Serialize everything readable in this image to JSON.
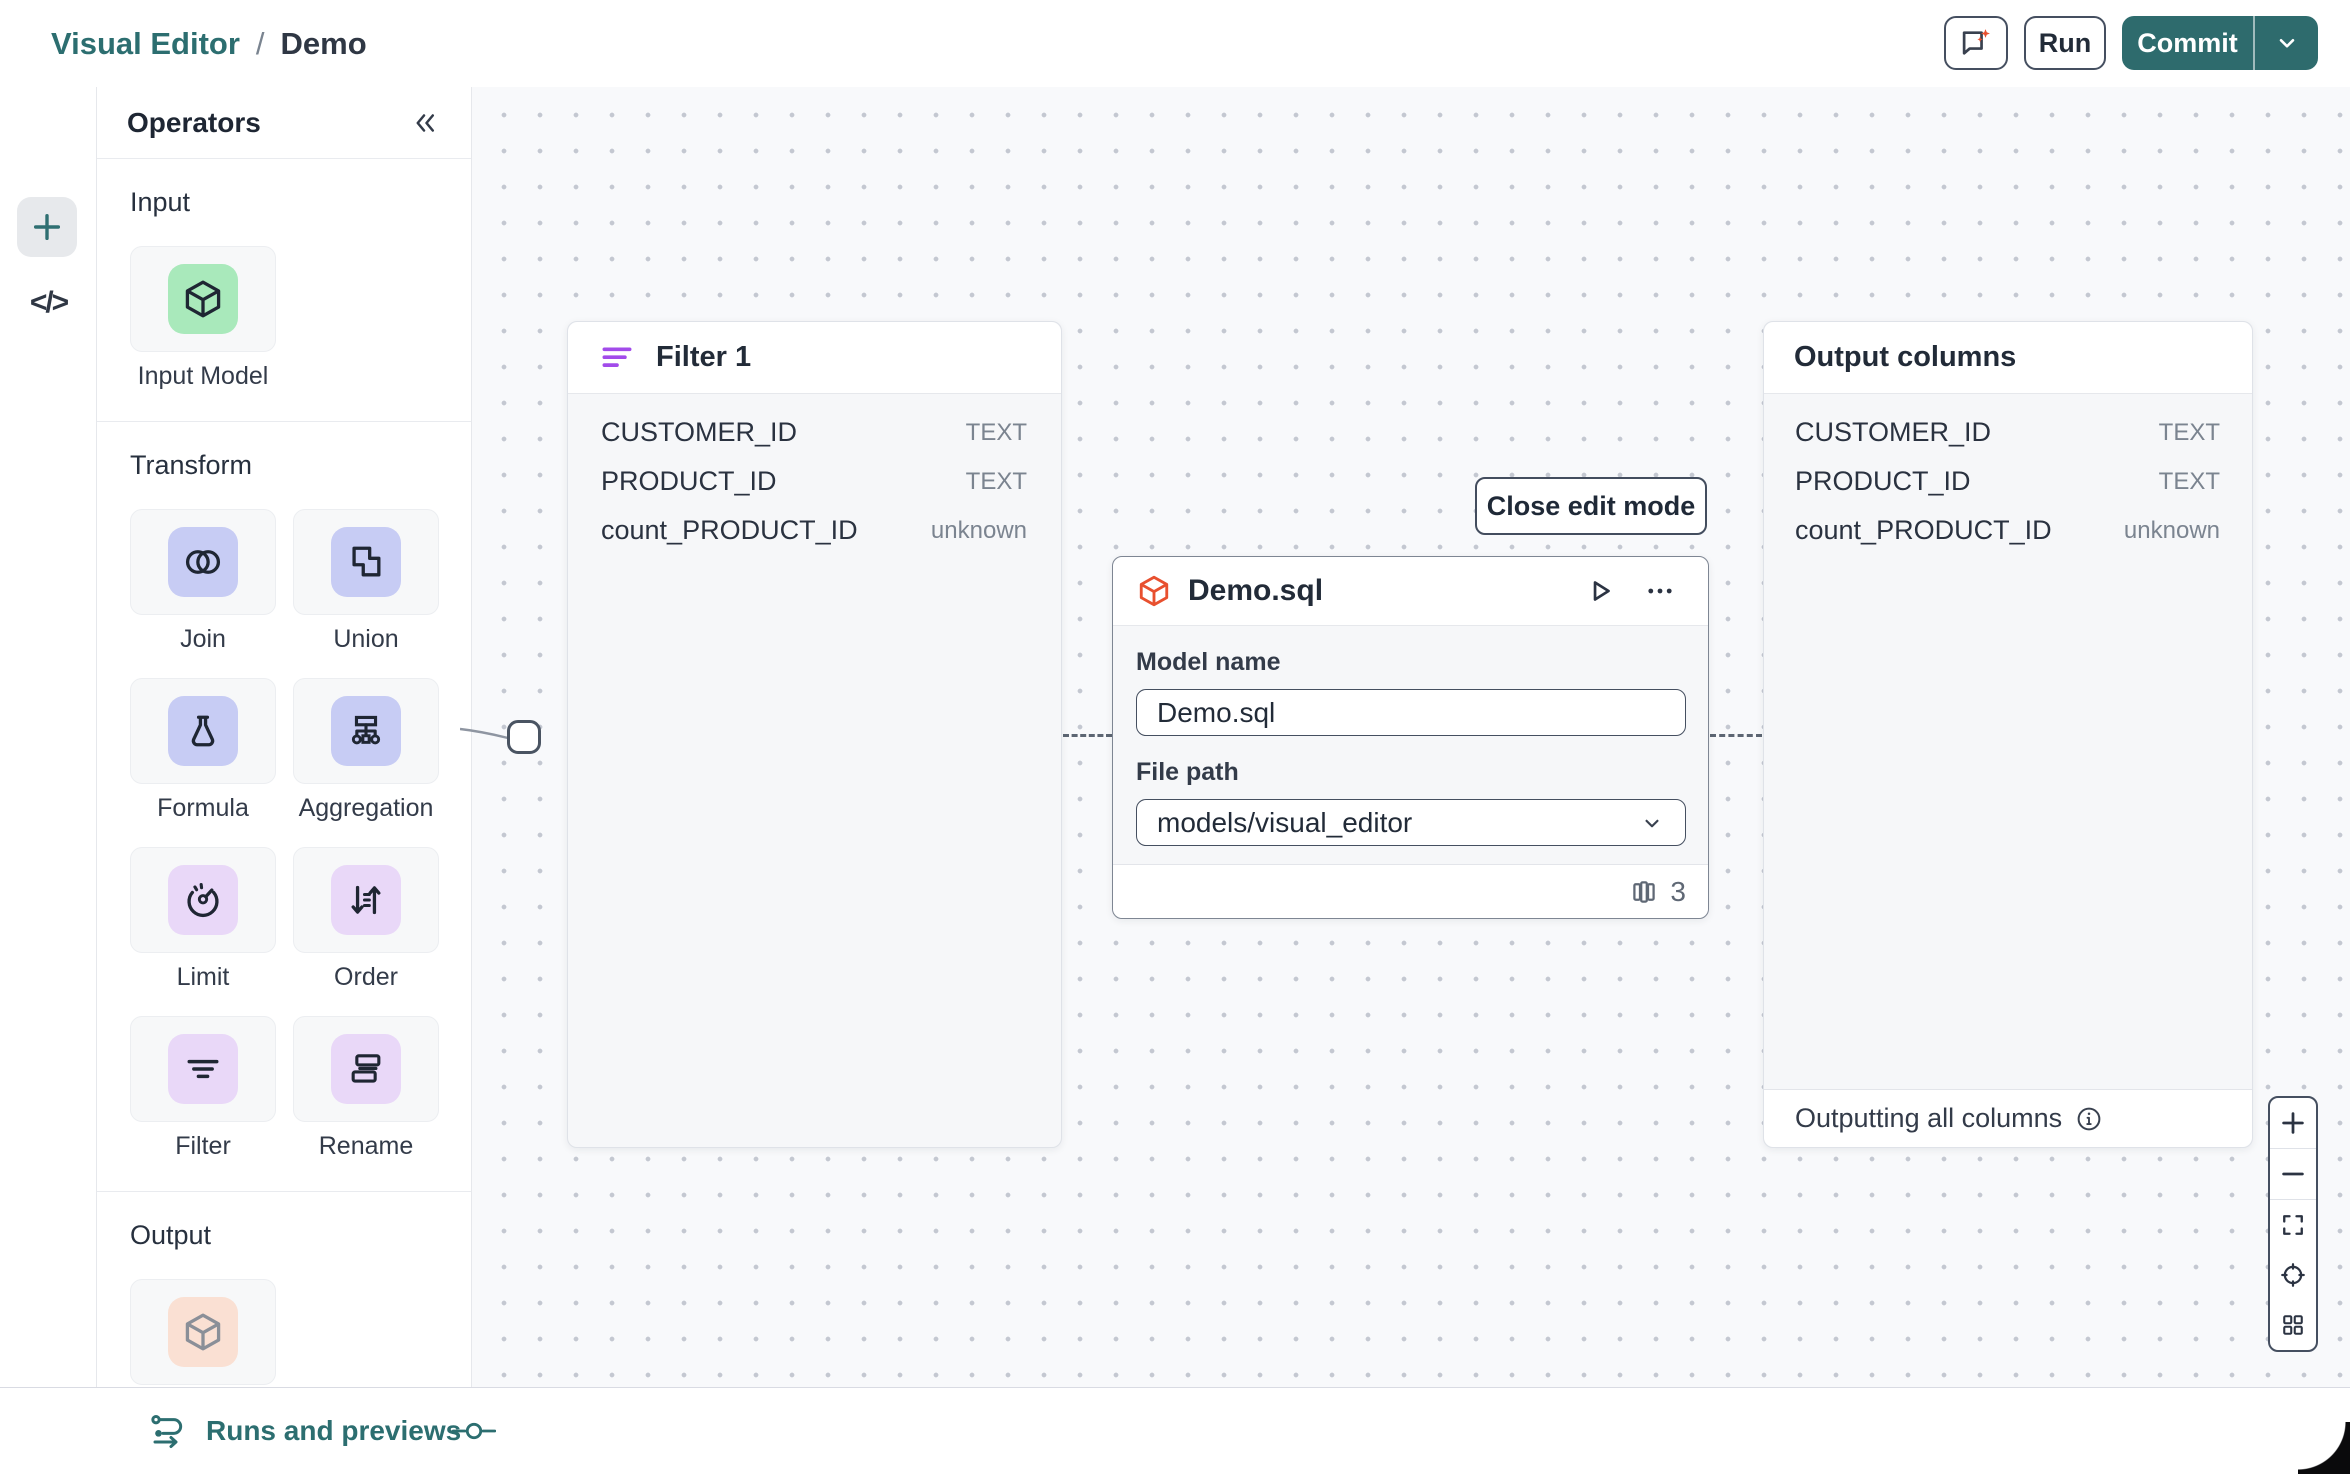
{
  "breadcrumb": {
    "app": "Visual Editor",
    "separator": "/",
    "page": "Demo"
  },
  "topbar": {
    "ai_button_icon": "chat-sparkles-icon",
    "run_label": "Run",
    "commit_label": "Commit",
    "commit_caret_icon": "chevron-down-icon"
  },
  "left_rail": {
    "add_icon": "plus-icon",
    "code_icon": "code-brackets-icon",
    "code_glyph": "</>"
  },
  "operators": {
    "title": "Operators",
    "collapse_icon": "chevrons-left-icon",
    "sections": [
      {
        "label": "Input",
        "tiles": [
          {
            "label": "Input Model",
            "icon": "cube-icon",
            "color": "green"
          }
        ]
      },
      {
        "label": "Transform",
        "tiles": [
          {
            "label": "Join",
            "icon": "join-circles-icon",
            "color": "blue"
          },
          {
            "label": "Union",
            "icon": "union-squares-icon",
            "color": "blue"
          },
          {
            "label": "Formula",
            "icon": "flask-icon",
            "color": "blue"
          },
          {
            "label": "Aggregation",
            "icon": "hierarchy-icon",
            "color": "blue"
          },
          {
            "label": "Limit",
            "icon": "gauge-icon",
            "color": "lavender"
          },
          {
            "label": "Order",
            "icon": "sort-arrows-icon",
            "color": "lavender"
          },
          {
            "label": "Filter",
            "icon": "filter-lines-icon",
            "color": "lavender"
          },
          {
            "label": "Rename",
            "icon": "stacked-bars-icon",
            "color": "lavender"
          }
        ]
      },
      {
        "label": "Output",
        "tiles": [
          {
            "label": "",
            "icon": "cube-icon",
            "color": "peach"
          }
        ]
      }
    ]
  },
  "canvas": {
    "filter_node": {
      "icon": "filter-lines-icon",
      "title": "Filter 1",
      "columns": [
        {
          "name": "CUSTOMER_ID",
          "type": "TEXT"
        },
        {
          "name": "PRODUCT_ID",
          "type": "TEXT"
        },
        {
          "name": "count_PRODUCT_ID",
          "type": "unknown"
        }
      ]
    },
    "close_edit_label": "Close edit mode",
    "model_node": {
      "icon": "cube-icon",
      "title": "Demo.sql",
      "header_icons": [
        "play-icon",
        "ellipsis-icon"
      ],
      "model_name_label": "Model name",
      "model_name_value": "Demo.sql",
      "file_path_label": "File path",
      "file_path_value": "models/visual_editor",
      "footer_icon": "columns-icon",
      "column_count": "3"
    },
    "output_panel": {
      "title": "Output columns",
      "columns": [
        {
          "name": "CUSTOMER_ID",
          "type": "TEXT"
        },
        {
          "name": "PRODUCT_ID",
          "type": "TEXT"
        },
        {
          "name": "count_PRODUCT_ID",
          "type": "unknown"
        }
      ],
      "footer_text": "Outputting all columns",
      "footer_icon": "info-icon"
    },
    "zoom_toolbar_icons": [
      "plus-icon",
      "minus-icon",
      "fullscreen-icon",
      "target-icon",
      "grid-icon"
    ]
  },
  "bottombar": {
    "runs_label": "Runs and previews",
    "runs_icon": "runs-route-icon",
    "commit_icon": "git-commit-icon"
  },
  "colors": {
    "brand_teal": "#2e6b6d",
    "breadcrumb_teal": "#2c6e70",
    "accent_orange": "#e8502f",
    "filter_purple": "#a24bea",
    "input_green_bg": "#a9e9bb",
    "transform_blue_bg": "#c7ccf4",
    "transform_lavender_bg": "#e9d8f8",
    "output_peach_bg": "#fae0d3",
    "canvas_bg": "#f8f9fb"
  }
}
